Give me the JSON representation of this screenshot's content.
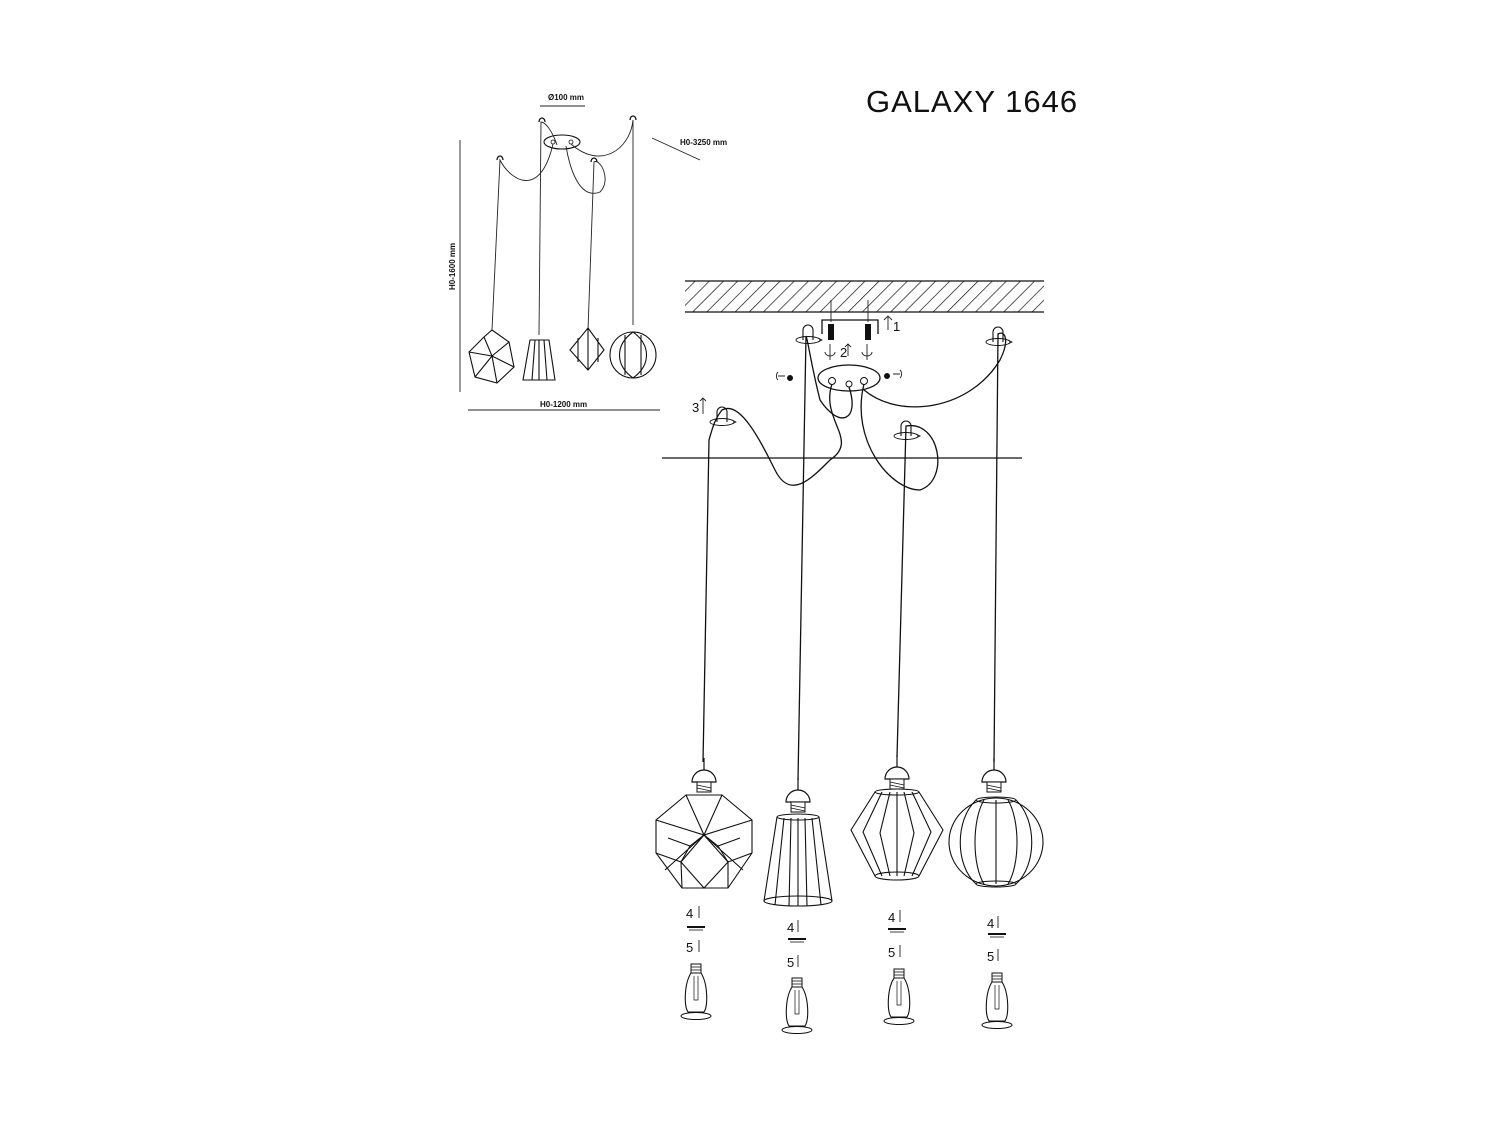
{
  "header": {
    "title": "GALAXY 1646"
  },
  "overview": {
    "dims": {
      "canopy": "Ø100 mm",
      "cable": "H0-3250 mm",
      "height": "H0-1600 mm",
      "width": "H0-1200 mm"
    }
  },
  "assembly": {
    "steps": {
      "s1": "1",
      "s2": "2",
      "s3": "3",
      "s4": [
        "4",
        "4",
        "4",
        "4"
      ],
      "s5": [
        "5",
        "5",
        "5",
        "5"
      ]
    }
  },
  "colors": {
    "line": "#111111",
    "background": "#ffffff"
  }
}
